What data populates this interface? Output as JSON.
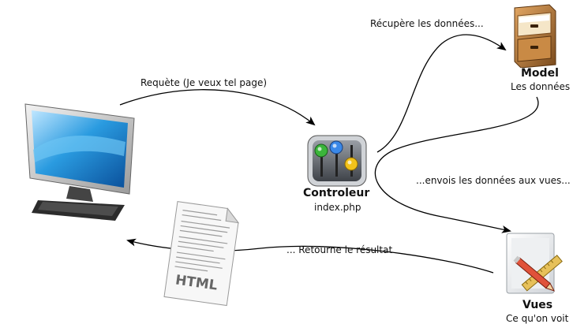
{
  "nodes": {
    "controller": {
      "title": "Controleur",
      "subtitle": "index.php"
    },
    "model": {
      "title": "Model",
      "subtitle": "Les données"
    },
    "views": {
      "title": "Vues",
      "subtitle": "Ce qu'on voit"
    },
    "html_doc": {
      "label": "HTML"
    }
  },
  "edges": {
    "request": "Requète (Je veux tel page)",
    "fetch": "Récupère les données...",
    "send": "...envois les données aux vues...",
    "return": "... Retourne le résultat"
  },
  "icons": {
    "computer": "computer-monitor-icon",
    "controller": "mixer-sliders-icon",
    "model": "filing-cabinet-icon",
    "views": "pencil-ruler-document-icon",
    "html_doc": "html-document-icon"
  },
  "colors": {
    "arrow": "#000000",
    "screen": "#1a8fd6",
    "cabinet": "#b5752f"
  }
}
